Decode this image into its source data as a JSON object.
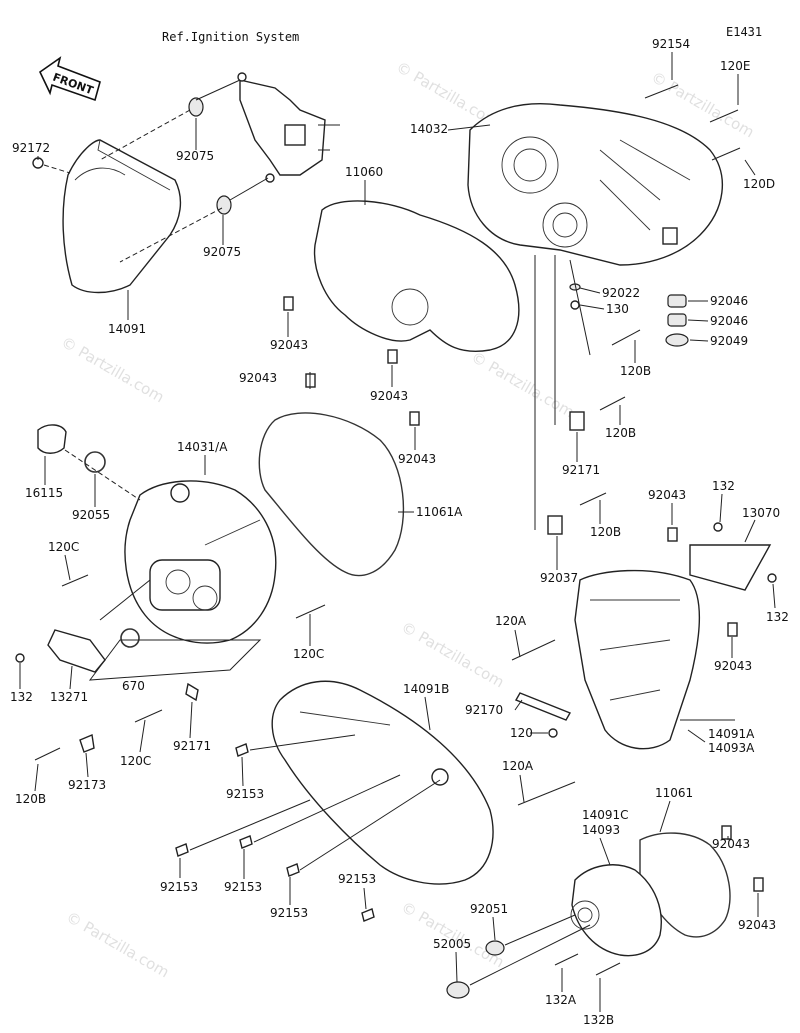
{
  "diagram_code": "E1431",
  "reference_note": "Ref.Ignition System",
  "front_arrow_text": "FRONT",
  "watermark_text": "© Partzilla.com",
  "part_labels": {
    "p92172": "92172",
    "p92075a": "92075",
    "p92075b": "92075",
    "p14091": "14091",
    "p11060": "11060",
    "p92043a": "92043",
    "p92043b": "92043",
    "p92043c": "92043",
    "p92043d": "92043",
    "p14032": "14032",
    "p92154": "92154",
    "p120E": "120E",
    "p120D": "120D",
    "p92022": "92022",
    "p130": "130",
    "p92046a": "92046",
    "p92046b": "92046",
    "p92049": "92049",
    "p120Ba": "120B",
    "p120Bb": "120B",
    "p120Bc": "120B",
    "p120Bd": "120B",
    "p92171a": "92171",
    "p92171b": "92171",
    "p14031A": "14031/A",
    "p16115": "16115",
    "p92055": "92055",
    "p11061A": "11061A",
    "p120Ca": "120C",
    "p120Cb": "120C",
    "p120Cc": "120C",
    "p92037": "92037",
    "p92043e": "92043",
    "p132a": "132",
    "p13070": "13070",
    "p132b": "132",
    "p132c": "132",
    "p13271": "13271",
    "p670": "670",
    "p120Aa": "120A",
    "p92043f": "92043",
    "p14091B": "14091B",
    "p92170": "92170",
    "p120": "120",
    "p14091A": "14091A",
    "p14093A": "14093A",
    "p92173": "92173",
    "p92153a": "92153",
    "p120Ab": "120A",
    "p11061": "11061",
    "p14091C": "14091C",
    "p14093": "14093",
    "p92043g": "92043",
    "p92153b": "92153",
    "p92153c": "92153",
    "p92153d": "92153",
    "p92153e": "92153",
    "p92051": "92051",
    "p92043h": "92043",
    "p52005": "52005",
    "p132A": "132A",
    "p132B": "132B"
  }
}
